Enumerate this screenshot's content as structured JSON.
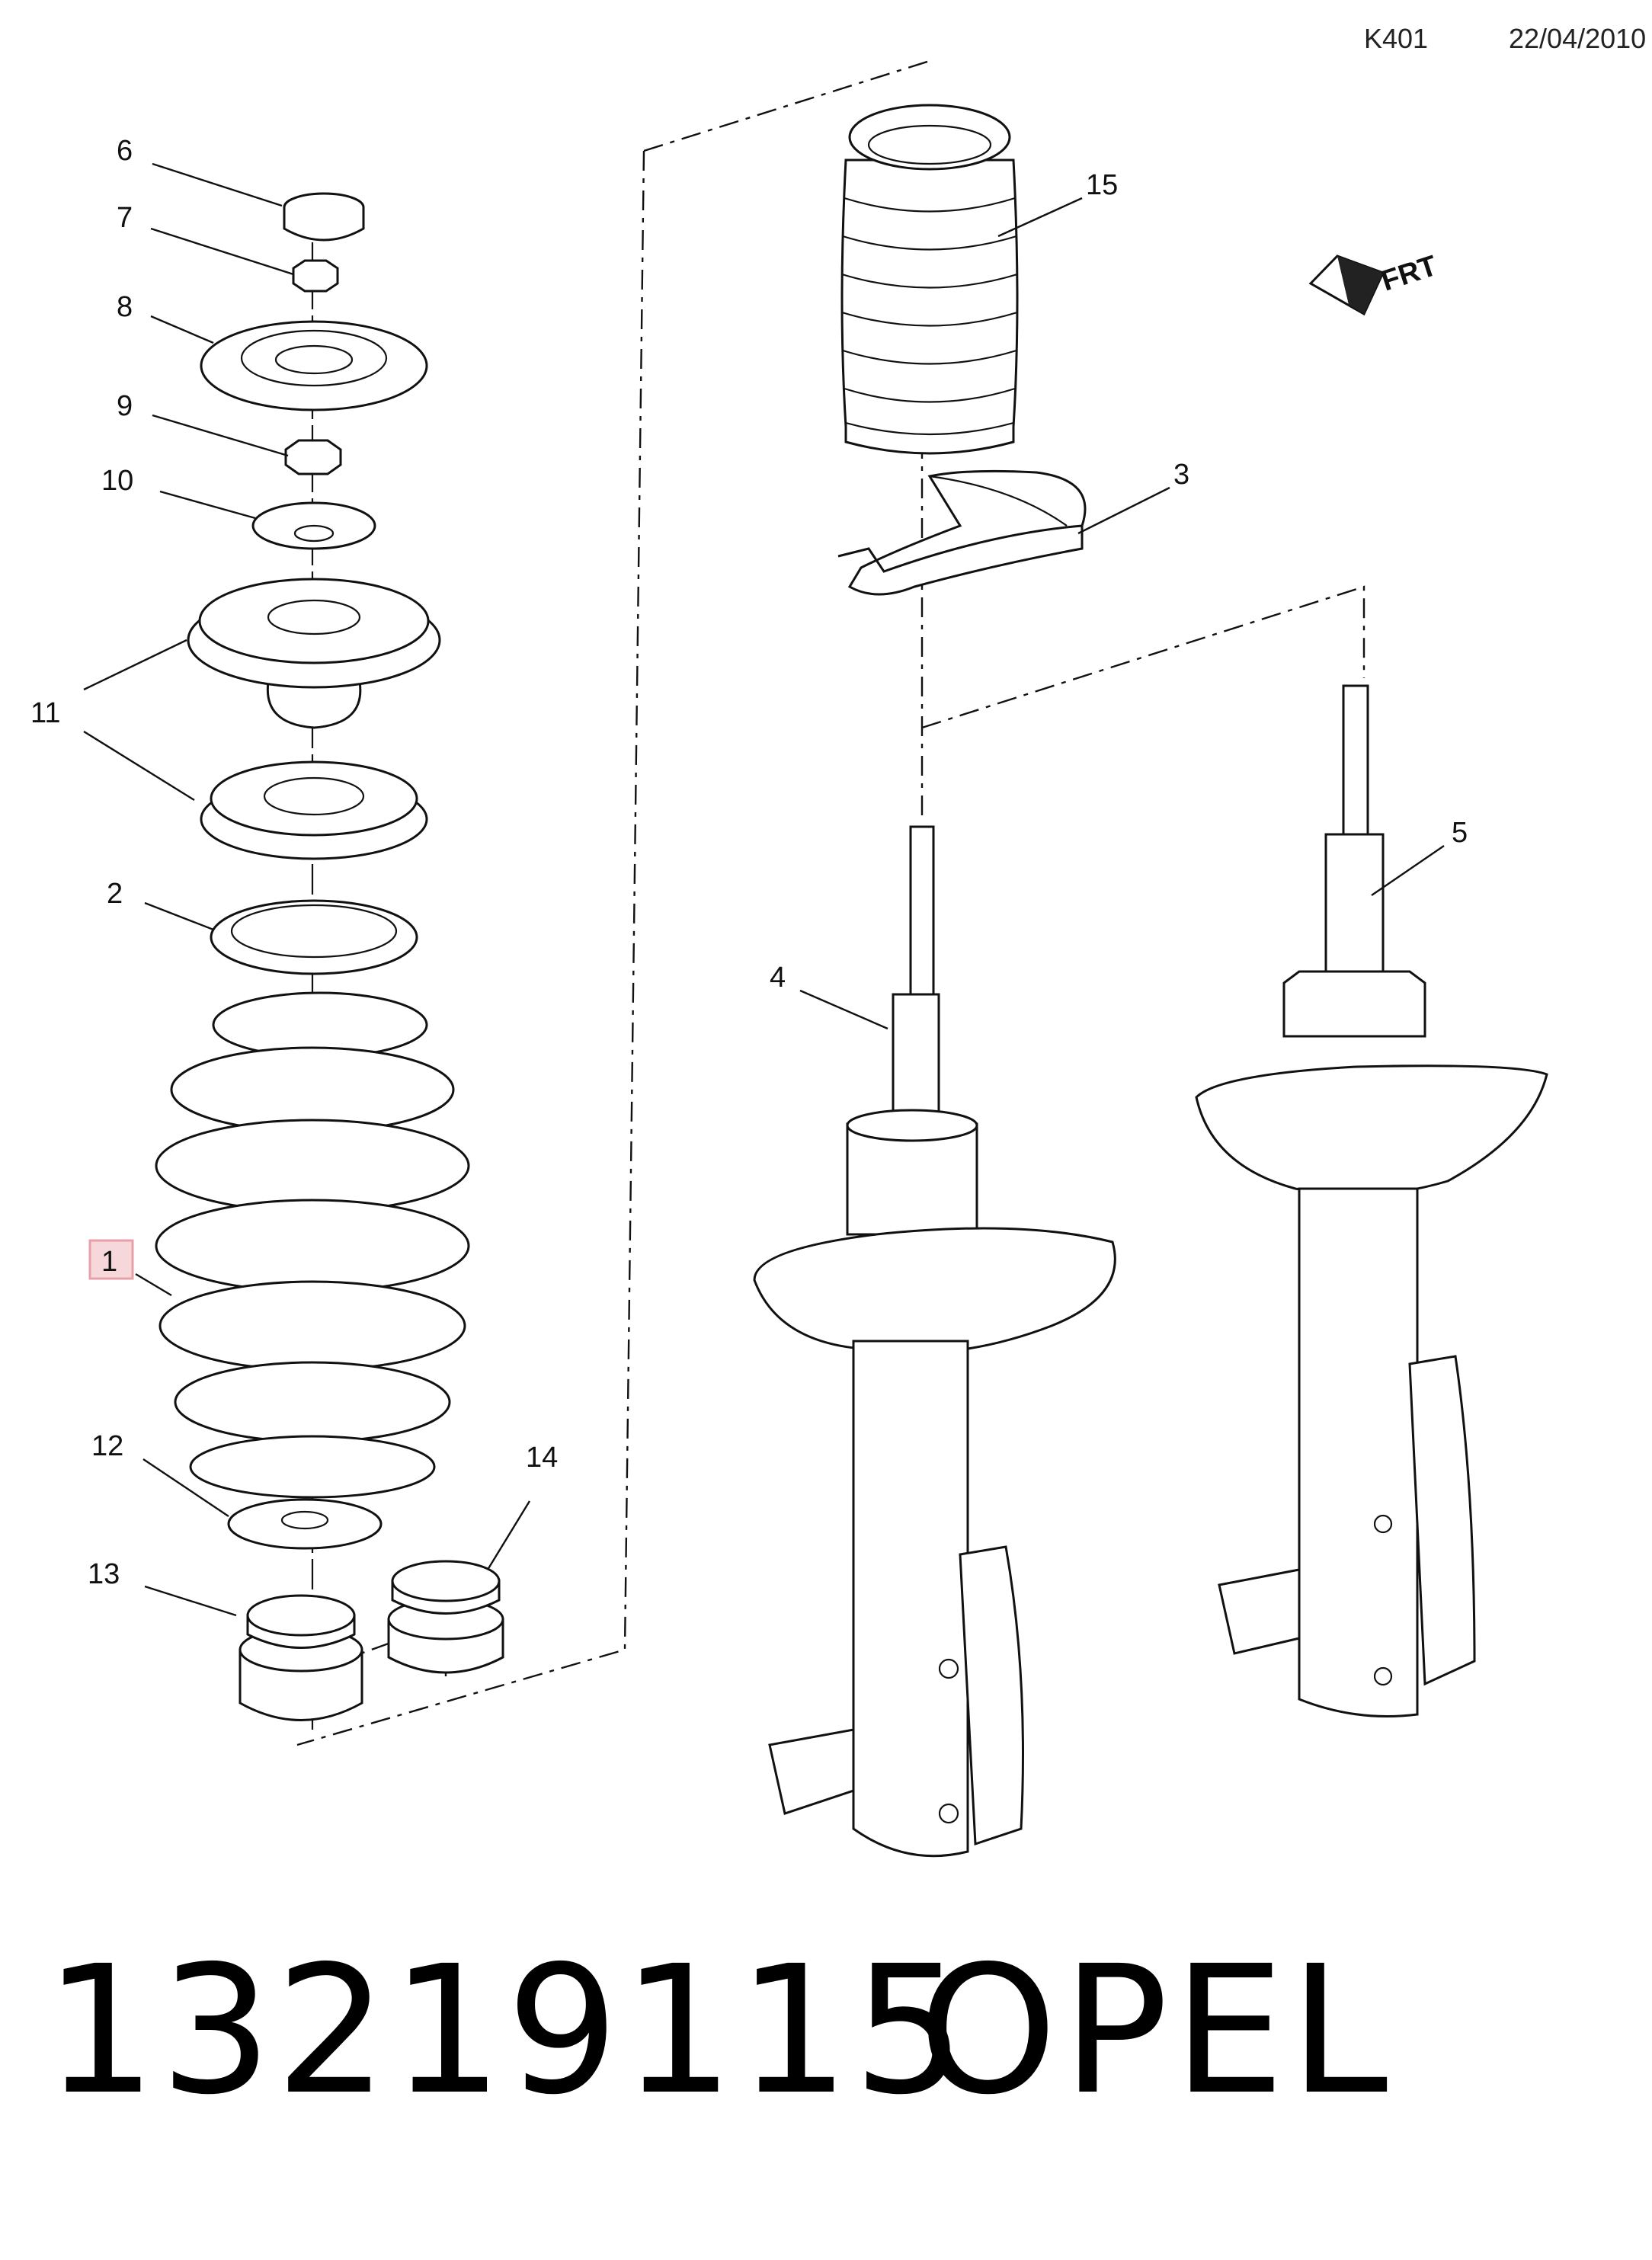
{
  "header": {
    "code": "K401",
    "date": "22/04/2010"
  },
  "diagram": {
    "callouts": [
      {
        "id": "6",
        "label": "6"
      },
      {
        "id": "7",
        "label": "7"
      },
      {
        "id": "8",
        "label": "8"
      },
      {
        "id": "9",
        "label": "9"
      },
      {
        "id": "10",
        "label": "10"
      },
      {
        "id": "11",
        "label": "11"
      },
      {
        "id": "2",
        "label": "2"
      },
      {
        "id": "1",
        "label": "1",
        "highlighted": true
      },
      {
        "id": "12",
        "label": "12"
      },
      {
        "id": "13",
        "label": "13"
      },
      {
        "id": "14",
        "label": "14"
      },
      {
        "id": "15",
        "label": "15"
      },
      {
        "id": "3",
        "label": "3"
      },
      {
        "id": "4",
        "label": "4"
      },
      {
        "id": "5",
        "label": "5"
      }
    ],
    "direction_marker": "FRT",
    "highlight_color": "#e8a0a8"
  },
  "footer": {
    "part_number": "13219115",
    "brand": "OPEL"
  }
}
